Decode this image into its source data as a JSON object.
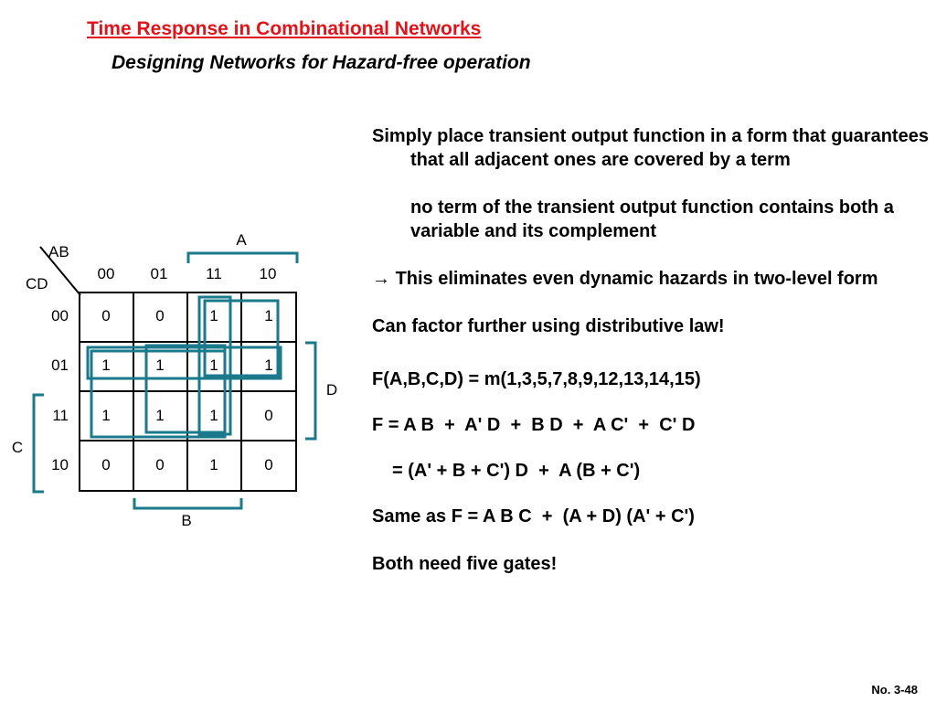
{
  "slide": {
    "title": "Time Response in Combinational Networks",
    "subtitle": "Designing Networks for Hazard-free operation",
    "number": "No. 3-48",
    "title_color": "#e0141a",
    "loop_color": "#1a7a8c"
  },
  "kmap": {
    "row_var_label": "CD",
    "col_var_label": "AB",
    "col_headers": [
      "00",
      "01",
      "11",
      "10"
    ],
    "row_headers": [
      "00",
      "01",
      "11",
      "10"
    ],
    "cells": [
      [
        "0",
        "0",
        "1",
        "1"
      ],
      [
        "1",
        "1",
        "1",
        "1"
      ],
      [
        "1",
        "1",
        "1",
        "0"
      ],
      [
        "0",
        "0",
        "1",
        "0"
      ]
    ],
    "brackets": {
      "A": "A",
      "B": "B",
      "C": "C",
      "D": "D"
    }
  },
  "body": {
    "para1": "Simply place transient output function in a form that guarantees that all adjacent ones are covered by a term",
    "para2": "no term of the transient output function contains both a variable and its complement",
    "arrow": "→",
    "para3": "This eliminates even dynamic hazards in two-level form",
    "para4": "Can factor further using distributive law!",
    "eq1": "F(A,B,C,D) = m(1,3,5,7,8,9,12,13,14,15)",
    "eq2": "F = A B  +  A' D  +  B D  +  A C'  +  C' D",
    "eq3": "= (A' + B + C') D  +  A (B + C')",
    "eq4": "Same as F = A B C  +  (A + D) (A' + C')",
    "eq5": "Both need five gates!"
  }
}
